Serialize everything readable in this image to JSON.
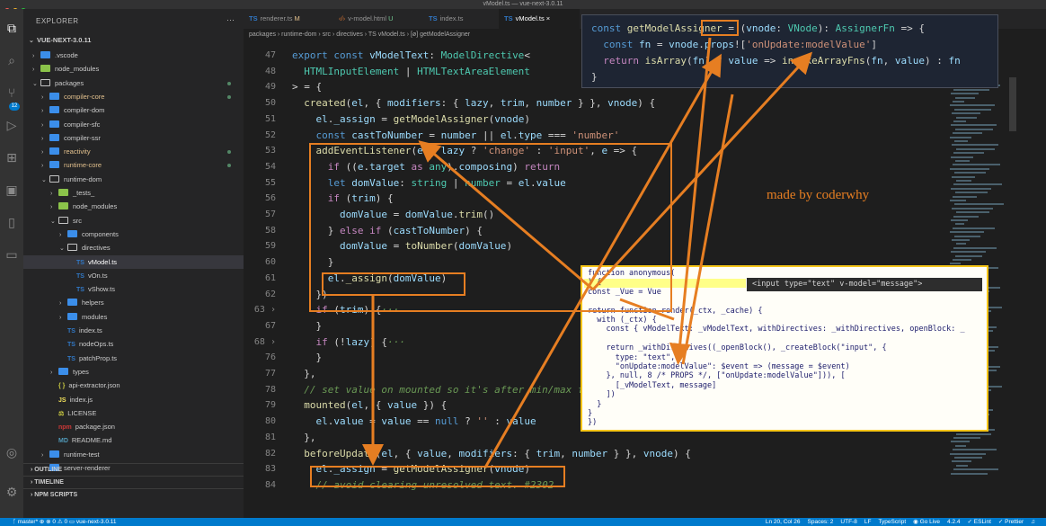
{
  "window": {
    "title": "vModel.ts — vue-next-3.0.11",
    "traffic_colors": [
      "#ff5f57",
      "#febc2e",
      "#28c840"
    ]
  },
  "activity_bar": {
    "items": [
      "files-icon",
      "search-icon",
      "source-control-icon",
      "run-debug-icon",
      "extensions-icon",
      "remote-explorer-icon",
      "bookmarks-icon",
      "folder-icon",
      "account-icon",
      "settings-icon"
    ],
    "scm_badge": "12"
  },
  "sidebar": {
    "header": "EXPLORER",
    "more": "···",
    "root": "VUE-NEXT-3.0.11",
    "items": [
      {
        "label": ".vscode",
        "type": "folder",
        "depth": 1,
        "chev": "›",
        "partial": true
      },
      {
        "label": "node_modules",
        "type": "folder-special",
        "depth": 1,
        "chev": "›"
      },
      {
        "label": "packages",
        "type": "folder-open",
        "depth": 1,
        "chev": "⌄",
        "dot": true
      },
      {
        "label": "compiler-core",
        "type": "folder",
        "depth": 2,
        "chev": "›",
        "dot": true,
        "color": "#e2c08d"
      },
      {
        "label": "compiler-dom",
        "type": "folder",
        "depth": 2,
        "chev": "›"
      },
      {
        "label": "compiler-sfc",
        "type": "folder",
        "depth": 2,
        "chev": "›"
      },
      {
        "label": "compiler-ssr",
        "type": "folder",
        "depth": 2,
        "chev": "›"
      },
      {
        "label": "reactivity",
        "type": "folder",
        "depth": 2,
        "chev": "›",
        "dot": true,
        "color": "#e2c08d"
      },
      {
        "label": "runtime-core",
        "type": "folder",
        "depth": 2,
        "chev": "›",
        "dot": true,
        "color": "#e2c08d"
      },
      {
        "label": "runtime-dom",
        "type": "folder-open",
        "depth": 2,
        "chev": "⌄"
      },
      {
        "label": "_tests_",
        "type": "folder-special",
        "depth": 3,
        "chev": "›"
      },
      {
        "label": "node_modules",
        "type": "folder-special",
        "depth": 3,
        "chev": "›"
      },
      {
        "label": "src",
        "type": "folder-open",
        "depth": 3,
        "chev": "⌄"
      },
      {
        "label": "components",
        "type": "folder",
        "depth": 4,
        "chev": "›"
      },
      {
        "label": "directives",
        "type": "folder-open",
        "depth": 4,
        "chev": "⌄"
      },
      {
        "label": "vModel.ts",
        "type": "ts",
        "depth": 5,
        "selected": true
      },
      {
        "label": "vOn.ts",
        "type": "ts",
        "depth": 5
      },
      {
        "label": "vShow.ts",
        "type": "ts",
        "depth": 5
      },
      {
        "label": "helpers",
        "type": "folder",
        "depth": 4,
        "chev": "›"
      },
      {
        "label": "modules",
        "type": "folder",
        "depth": 4,
        "chev": "›"
      },
      {
        "label": "index.ts",
        "type": "ts",
        "depth": 4
      },
      {
        "label": "nodeOps.ts",
        "type": "ts",
        "depth": 4
      },
      {
        "label": "patchProp.ts",
        "type": "ts",
        "depth": 4
      },
      {
        "label": "types",
        "type": "folder",
        "depth": 3,
        "chev": "›"
      },
      {
        "label": "api-extractor.json",
        "type": "json",
        "depth": 3
      },
      {
        "label": "index.js",
        "type": "js",
        "depth": 3
      },
      {
        "label": "LICENSE",
        "type": "license",
        "depth": 3
      },
      {
        "label": "package.json",
        "type": "npm",
        "depth": 3
      },
      {
        "label": "README.md",
        "type": "md",
        "depth": 3
      },
      {
        "label": "runtime-test",
        "type": "folder",
        "depth": 2,
        "chev": "›"
      },
      {
        "label": "server-renderer",
        "type": "folder",
        "depth": 2,
        "chev": "›",
        "partial": true
      }
    ],
    "sections": [
      "OUTLINE",
      "TIMELINE",
      "NPM SCRIPTS"
    ]
  },
  "tabs": [
    {
      "prefix": "TS",
      "label": "renderer.ts",
      "suffix": "M",
      "kind": "ts"
    },
    {
      "prefix": "‹/›",
      "label": "v-model.html",
      "suffix": "U",
      "kind": "vue"
    },
    {
      "prefix": "TS",
      "label": "index.ts",
      "suffix": "",
      "kind": "ts"
    },
    {
      "prefix": "TS",
      "label": "vModel.ts",
      "suffix": "×",
      "kind": "ts",
      "active": true
    }
  ],
  "breadcrumb": "packages › runtime-dom › src › directives › TS vModel.ts › [ø] getModelAssigner",
  "editor": {
    "lines": [
      {
        "n": "47",
        "html": "<span class='kw'>export const</span> <span class='vr'>vModelText</span>: <span class='ty'>ModelDirective</span><"
      },
      {
        "n": "48",
        "html": "  <span class='ty'>HTMLInputElement</span> | <span class='ty'>HTMLTextAreaElement</span>"
      },
      {
        "n": "49",
        "html": "> = {"
      },
      {
        "n": "50",
        "html": "  <span class='fn'>created</span>(<span class='vr'>el</span>, { <span class='vr'>modifiers</span>: { <span class='vr'>lazy</span>, <span class='vr'>trim</span>, <span class='vr'>number</span> } }, <span class='vr'>vnode</span>) {"
      },
      {
        "n": "51",
        "html": "    <span class='vr'>el</span>.<span class='vr'>_assign</span> = <span class='fn'>getModelAssigner</span>(<span class='vr'>vnode</span>)"
      },
      {
        "n": "52",
        "html": "    <span class='kw'>const</span> <span class='vr'>castToNumber</span> = <span class='vr'>number</span> || <span class='vr'>el</span>.<span class='vr'>type</span> === <span class='st'>'number'</span>"
      },
      {
        "n": "53",
        "html": "    <span class='fn'>addEventListener</span>(<span class='vr'>el</span>, <span class='vr'>lazy</span> ? <span class='st'>'change'</span> : <span class='st'>'input'</span>, <span class='vr'>e</span> => {"
      },
      {
        "n": "54",
        "html": "      <span class='kw2'>if</span> ((<span class='vr'>e</span>.<span class='vr'>target</span> <span class='kw2'>as</span> <span class='ty'>any</span>).<span class='vr'>composing</span>) <span class='kw2'>return</span>"
      },
      {
        "n": "55",
        "html": "      <span class='kw'>let</span> <span class='vr'>domValue</span>: <span class='ty'>string</span> | <span class='ty'>number</span> = <span class='vr'>el</span>.<span class='vr'>value</span>"
      },
      {
        "n": "56",
        "html": "      <span class='kw2'>if</span> (<span class='vr'>trim</span>) {"
      },
      {
        "n": "57",
        "html": "        <span class='vr'>domValue</span> = <span class='vr'>domValue</span>.<span class='fn'>trim</span>()"
      },
      {
        "n": "58",
        "html": "      } <span class='kw2'>else if</span> (<span class='vr'>castToNumber</span>) {"
      },
      {
        "n": "59",
        "html": "        <span class='vr'>domValue</span> = <span class='fn'>toNumber</span>(<span class='vr'>domValue</span>)"
      },
      {
        "n": "60",
        "html": "      }"
      },
      {
        "n": "61",
        "html": "      <span class='vr'>el</span>.<span class='fn'>_assign</span>(<span class='vr'>domValue</span>)"
      },
      {
        "n": "62",
        "html": "    })"
      },
      {
        "n": "63 ›",
        "html": "    <span class='kw2'>if</span> (<span class='vr'>trim</span>) {<span class='cm'>···</span>"
      },
      {
        "n": "67",
        "html": "    }"
      },
      {
        "n": "68 ›",
        "html": "    <span class='kw2'>if</span> (!<span class='vr'>lazy</span>) {<span class='cm'>···</span>"
      },
      {
        "n": "76",
        "html": "    }"
      },
      {
        "n": "77",
        "html": "  },"
      },
      {
        "n": "78",
        "html": "  <span class='cm'>// set value on mounted so it's after min/max for type=\"range\"</span>"
      },
      {
        "n": "79",
        "html": "  <span class='fn'>mounted</span>(<span class='vr'>el</span>, { <span class='vr'>value</span> }) {"
      },
      {
        "n": "80",
        "html": "    <span class='vr'>el</span>.<span class='vr'>value</span> = <span class='vr'>value</span> == <span class='kw'>null</span> ? <span class='st'>''</span> : <span class='vr'>value</span>"
      },
      {
        "n": "81",
        "html": "  },"
      },
      {
        "n": "82",
        "html": "  <span class='fn'>beforeUpdate</span>(<span class='vr'>el</span>, { <span class='vr'>value</span>, <span class='vr'>modifiers</span>: { <span class='vr'>trim</span>, <span class='vr'>number</span> } }, <span class='vr'>vnode</span>) {"
      },
      {
        "n": "83",
        "html": "    <span class='vr'>el</span>.<span class='vr'>_assign</span> = <span class='fn'>getModelAssigner</span>(<span class='vr'>vnode</span>)"
      },
      {
        "n": "84",
        "html": "    <span class='cm'>// avoid clearing unresolved text. #2302</span>"
      }
    ]
  },
  "hover_panel": {
    "lines": [
      "<span class='kw'>const</span> <span class='fn'>getModelAssigner</span> = (<span class='vr'>vnode</span>: <span class='ty'>VNode</span>): <span class='ty'>AssignerFn</span> => {",
      "  <span class='kw'>const</span> <span class='vr'>fn</span> = <span class='vr'>vnode</span>.<span class='vr'>props</span>![<span class='st'>'onUpdate:modelValue'</span>]",
      "  <span class='kw2'>return</span> <span class='fn'>isArray</span>(<span class='vr'>fn</span>) ? <span class='vr'>value</span> => <span class='fn'>invokeArrayFns</span>(<span class='vr'>fn</span>, <span class='vr'>value</span>) : <span class='vr'>fn</span>",
      "}"
    ]
  },
  "compiled_panel": {
    "tag": "<input type=\"text\" v-model=\"message\">",
    "lines": [
      "function anonymous(",
      ") {",
      "const _Vue = Vue",
      "",
      "return function render(_ctx, _cache) {",
      "  with (_ctx) {",
      "    const { vModelText: _vModelText, withDirectives: _withDirectives, openBlock: _",
      "",
      "    return _withDirectives((_openBlock(), _createBlock(\"input\", {",
      "      type: \"text\",",
      "      \"onUpdate:modelValue\": $event => (message = $event)",
      "    }, null, 8 /* PROPS */, [\"onUpdate:modelValue\"])), [",
      "      [_vModelText, message]",
      "    ])",
      "  }",
      "}",
      "})"
    ]
  },
  "annotation": "made by coderwhy",
  "statusbar": {
    "left": "ᚴ master*  ⊕  ⊗ 0 ⚠ 0   ▭ vue-next-3.0.11",
    "right": [
      "Ln 20, Col 26",
      "Spaces: 2",
      "UTF-8",
      "LF",
      "TypeScript",
      "◉ Go Live",
      "4.2.4",
      "✓ ESLint",
      "✓ Prettier",
      "♫"
    ]
  },
  "colors": {
    "accent": "#e67e22",
    "panel_border": "#f5c518",
    "status_bar": "#007acc"
  }
}
